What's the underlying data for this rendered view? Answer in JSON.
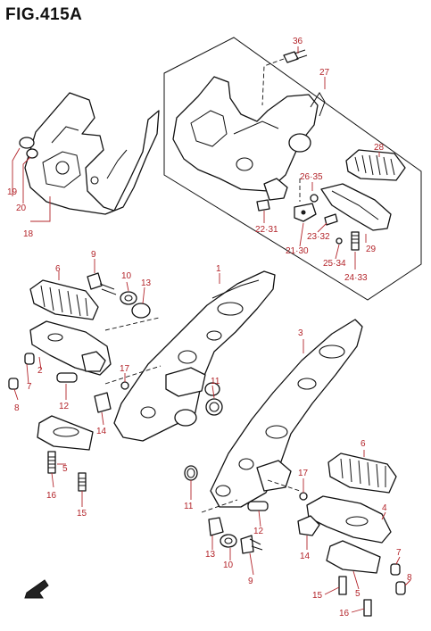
{
  "title": "FIG.415A",
  "callouts": [
    {
      "id": "c36",
      "text": "36"
    },
    {
      "id": "c27",
      "text": "27"
    },
    {
      "id": "c28",
      "text": "28"
    },
    {
      "id": "c26",
      "text": "26·35"
    },
    {
      "id": "c19",
      "text": "19"
    },
    {
      "id": "c20",
      "text": "20"
    },
    {
      "id": "c18",
      "text": "18"
    },
    {
      "id": "c22",
      "text": "22·31"
    },
    {
      "id": "c23",
      "text": "23·32"
    },
    {
      "id": "c21",
      "text": "21·30"
    },
    {
      "id": "c29",
      "text": "29"
    },
    {
      "id": "c25",
      "text": "25·34"
    },
    {
      "id": "c24",
      "text": "24·33"
    },
    {
      "id": "c6a",
      "text": "6"
    },
    {
      "id": "c9a",
      "text": "9"
    },
    {
      "id": "c10a",
      "text": "10"
    },
    {
      "id": "c13a",
      "text": "13"
    },
    {
      "id": "c1",
      "text": "1"
    },
    {
      "id": "c2",
      "text": "2"
    },
    {
      "id": "c7a",
      "text": "7"
    },
    {
      "id": "c8a",
      "text": "8"
    },
    {
      "id": "c12a",
      "text": "12"
    },
    {
      "id": "c17a",
      "text": "17"
    },
    {
      "id": "c14a",
      "text": "14"
    },
    {
      "id": "c11a",
      "text": "11"
    },
    {
      "id": "c3",
      "text": "3"
    },
    {
      "id": "c5a",
      "text": "5"
    },
    {
      "id": "c16a",
      "text": "16"
    },
    {
      "id": "c15a",
      "text": "15"
    },
    {
      "id": "c6b",
      "text": "6"
    },
    {
      "id": "c17b",
      "text": "17"
    },
    {
      "id": "c11b",
      "text": "11"
    },
    {
      "id": "c4",
      "text": "4"
    },
    {
      "id": "c12b",
      "text": "12"
    },
    {
      "id": "c13b",
      "text": "13"
    },
    {
      "id": "c10b",
      "text": "10"
    },
    {
      "id": "c9b",
      "text": "9"
    },
    {
      "id": "c14b",
      "text": "14"
    },
    {
      "id": "c7b",
      "text": "7"
    },
    {
      "id": "c8b",
      "text": "8"
    },
    {
      "id": "c15b",
      "text": "15"
    },
    {
      "id": "c5b",
      "text": "5"
    },
    {
      "id": "c16b",
      "text": "16"
    }
  ]
}
